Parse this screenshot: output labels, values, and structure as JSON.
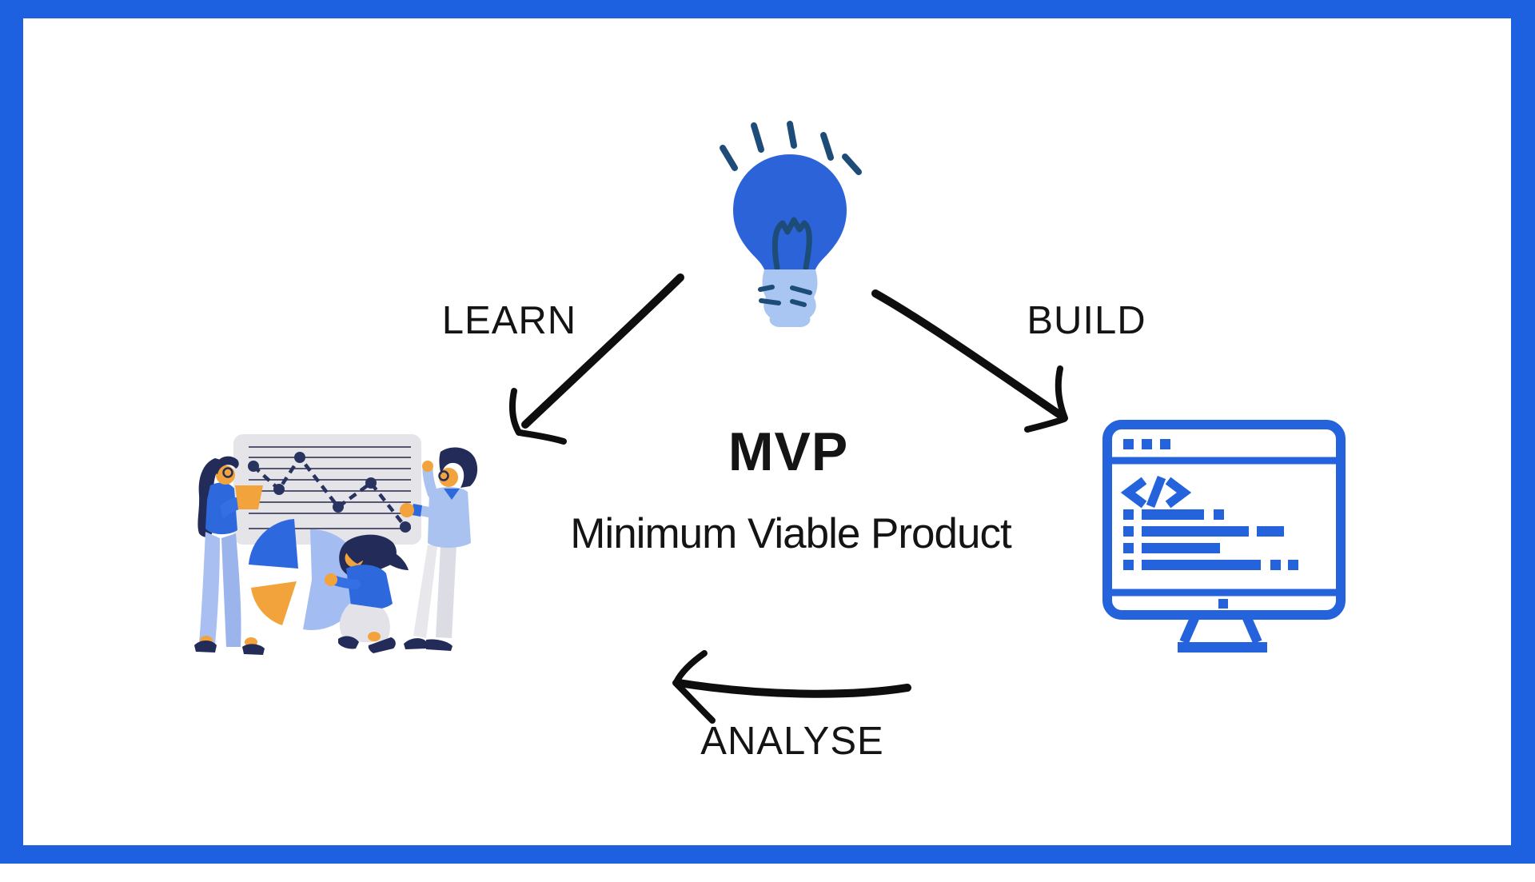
{
  "frame": {
    "border_color": "#1e61e0",
    "canvas_bg": "#ffffff"
  },
  "center": {
    "title": "MVP",
    "subtitle": "Minimum Viable Product"
  },
  "steps": [
    {
      "id": "learn",
      "label": "LEARN"
    },
    {
      "id": "build",
      "label": "BUILD"
    },
    {
      "id": "analyse",
      "label": "ANALYSE"
    }
  ],
  "icons": {
    "idea": "lightbulb-icon",
    "learn": "analytics-team-illustration",
    "build": "code-monitor-icon",
    "arrows": [
      "learn-arrow",
      "build-arrow",
      "analyse-arrow"
    ]
  },
  "colors": {
    "royal_blue": "#2c63d9",
    "light_blue": "#a9c6f3",
    "navy": "#232c58",
    "stroke_blue": "#1d4c78",
    "orange": "#f2a33c",
    "arrow_black": "#0e0e0e",
    "monitor_blue": "#2463dc",
    "board_gray": "#e4e4e9",
    "pants_gray": "#e2e2e8",
    "pie_light_blue": "#a3bdf2"
  }
}
